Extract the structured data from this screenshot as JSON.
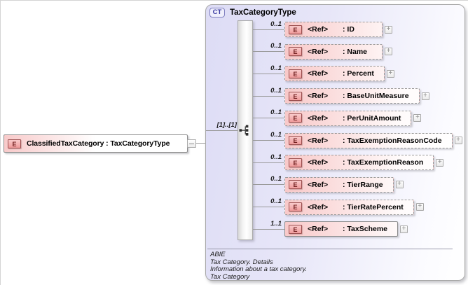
{
  "root": {
    "icon": "E",
    "label": "ClassifiedTaxCategory : TaxCategoryType"
  },
  "complex_type": {
    "badge": "CT",
    "title": "TaxCategoryType",
    "group": {
      "cardinality": "[1]..[1]",
      "compositor": "sequence"
    },
    "elements": [
      {
        "icon": "E",
        "ref": "<Ref>",
        "name": ": ID",
        "cardinality": "0..1"
      },
      {
        "icon": "E",
        "ref": "<Ref>",
        "name": ": Name",
        "cardinality": "0..1"
      },
      {
        "icon": "E",
        "ref": "<Ref>",
        "name": ": Percent",
        "cardinality": "0..1"
      },
      {
        "icon": "E",
        "ref": "<Ref>",
        "name": ": BaseUnitMeasure",
        "cardinality": "0..1"
      },
      {
        "icon": "E",
        "ref": "<Ref>",
        "name": ": PerUnitAmount",
        "cardinality": "0..1"
      },
      {
        "icon": "E",
        "ref": "<Ref>",
        "name": ": TaxExemptionReasonCode",
        "cardinality": "0..1"
      },
      {
        "icon": "E",
        "ref": "<Ref>",
        "name": ": TaxExemptionReason",
        "cardinality": "0..1"
      },
      {
        "icon": "E",
        "ref": "<Ref>",
        "name": ": TierRange",
        "cardinality": "0..1"
      },
      {
        "icon": "E",
        "ref": "<Ref>",
        "name": ": TierRatePercent",
        "cardinality": "0..1"
      },
      {
        "icon": "E",
        "ref": "<Ref>",
        "name": ": TaxScheme",
        "cardinality": "1..1"
      }
    ],
    "expander_glyph": "+",
    "annotation": {
      "line1": "ABIE",
      "line2": "Tax Category. Details",
      "line3": "Information about a tax category.",
      "line4": "Tax Category"
    }
  },
  "colors": {
    "element_pink": "#f8c9c9",
    "element_icon_border": "#9c5050",
    "container_lavender": "#dddcf5",
    "ct_badge_blue": "#3939a0",
    "connector_gray": "#999999"
  }
}
